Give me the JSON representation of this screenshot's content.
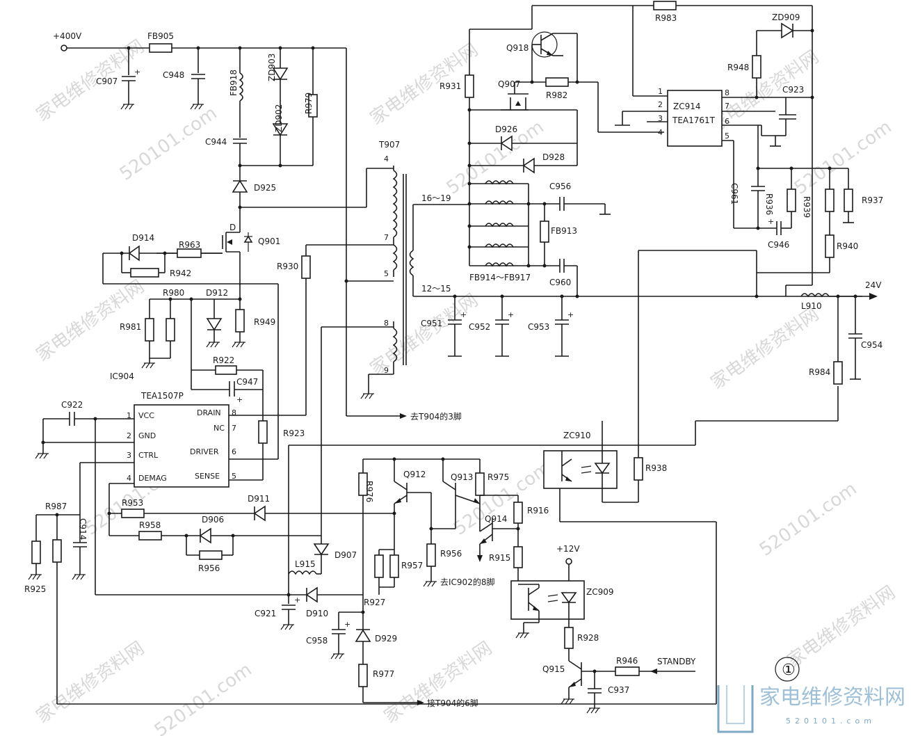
{
  "schematic": {
    "supply_in": "+400V",
    "out_24v": "24V",
    "plus_12v": "+12V",
    "standby": "STANDBY",
    "figure_number": "①",
    "transformer": {
      "name": "T907",
      "pins": [
        "4",
        "7",
        "5",
        "8",
        "9"
      ],
      "sec_top": "16～19",
      "sec_bot": "12～15"
    },
    "ic904": {
      "ref": "IC904",
      "part": "TEA1507P",
      "left_pins": [
        {
          "num": "1",
          "name": "VCC"
        },
        {
          "num": "2",
          "name": "GND"
        },
        {
          "num": "3",
          "name": "CTRL"
        },
        {
          "num": "4",
          "name": "DEMAG"
        }
      ],
      "right_pins": [
        {
          "num": "8",
          "name": "DRAIN"
        },
        {
          "num": "7",
          "name": "NC"
        },
        {
          "num": "6",
          "name": "DRIVER"
        },
        {
          "num": "5",
          "name": "SENSE"
        }
      ]
    },
    "zc914": {
      "ref": "ZC914",
      "part": "TEA1761T",
      "left_pins": [
        "1",
        "2",
        "3",
        "4"
      ],
      "right_pins": [
        "8",
        "7",
        "6",
        "5"
      ]
    },
    "zc910": "ZC910",
    "zc909": "ZC909",
    "notes": {
      "to_t904_3": "去T904的3脚",
      "to_ic902_8": "去IC902的8脚",
      "to_t904_6": "接T904的6脚"
    },
    "labels": {
      "FB905": "FB905",
      "C907": "C907",
      "C948": "C948",
      "FB918": "FB918",
      "ZD903": "ZD903",
      "ZD902": "ZD902",
      "R979": "R979",
      "C944": "C944",
      "D925": "D925",
      "D914": "D914",
      "R963": "R963",
      "R942": "R942",
      "Q901": "Q901",
      "D": "D",
      "R980": "R980",
      "D912": "D912",
      "R981": "R981",
      "R949": "R949",
      "R922": "R922",
      "C947": "C947",
      "C922": "C922",
      "R923": "R923",
      "R930": "R930",
      "R987": "R987",
      "C914": "C914",
      "R953": "R953",
      "R958": "R958",
      "D906": "D906",
      "D911": "D911",
      "R956a": "R956",
      "R925": "R925",
      "L915": "L915",
      "D907": "D907",
      "C921": "C921",
      "D910": "D910",
      "R927": "R927",
      "C958": "C958",
      "D929": "D929",
      "R977": "R977",
      "R976": "R976",
      "Q912": "Q912",
      "R957": "R957",
      "R956b": "R956",
      "Q913": "Q913",
      "R975": "R975",
      "Q914": "Q914",
      "R916": "R916",
      "R915": "R915",
      "R928": "R928",
      "Q915": "Q915",
      "R946": "R946",
      "C937": "C937",
      "R938": "R938",
      "R983": "R983",
      "ZD909": "ZD909",
      "Q918": "Q918",
      "R931": "R931",
      "Q907": "Q907",
      "R982": "R982",
      "R948": "R948",
      "C923": "C923",
      "D926": "D926",
      "D928": "D928",
      "C956": "C956",
      "FB913": "FB913",
      "C960": "C960",
      "FB914_917": "FB914～FB917",
      "C961": "C961",
      "R936": "R936",
      "C946": "C946",
      "R939": "R939",
      "R937": "R937",
      "R940": "R940",
      "L910": "L910",
      "C951": "C951",
      "C952": "C952",
      "C953": "C953",
      "C954": "C954",
      "R984": "R984"
    },
    "watermarks": {
      "url": "520101.com",
      "cn": "家电维修资料网",
      "logo": "家电维修资料网",
      "logo_url": "520101.com"
    }
  }
}
